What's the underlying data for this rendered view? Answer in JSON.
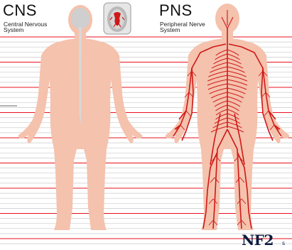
{
  "cns": {
    "title": "CNS",
    "subtitle_line1": "Central Nervous",
    "subtitle_line2": "System"
  },
  "pns": {
    "title": "PNS",
    "subtitle_line1": "Peripheral Nerve",
    "subtitle_line2": "System"
  },
  "logo": {
    "text": "NF2",
    "suffix": "s"
  },
  "colors": {
    "skin": "#f4c2ad",
    "skin_dark": "#e9ad97",
    "nerve": "#d01818",
    "spine": "#d8d8d8",
    "brain": "#cfcfcf",
    "stripe_gray": "#c9c9c9",
    "stripe_red": "#e8101f"
  },
  "icons": {
    "brain_cross_section": "brain-cross-section-icon"
  }
}
